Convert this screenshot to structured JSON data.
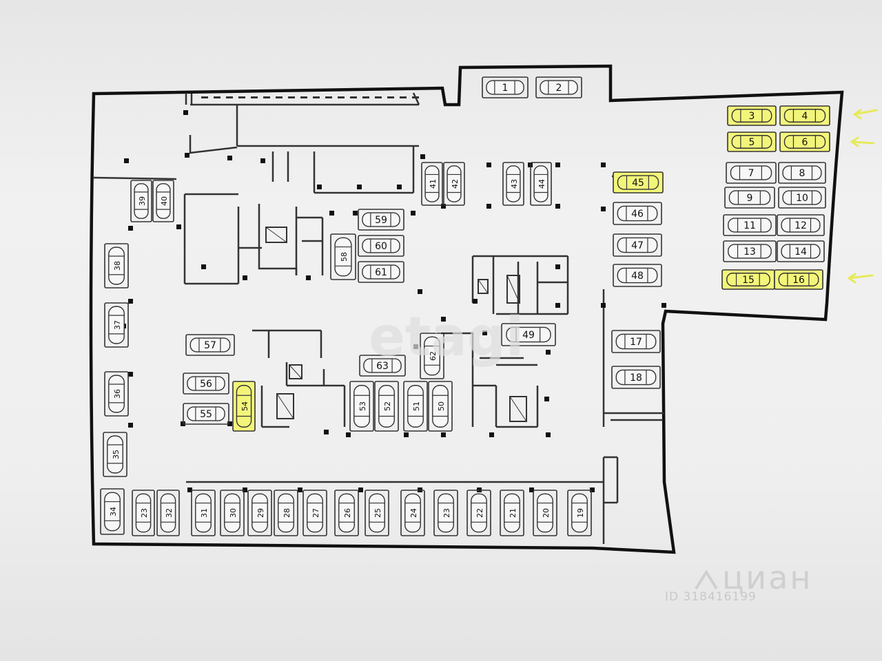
{
  "watermarks": {
    "etagi": "etagi",
    "brand": "циан",
    "listing_id": "ID 318416199"
  },
  "colors": {
    "highlight": "#f3f57a",
    "wall": "#111111",
    "line": "#333333",
    "car_fill": "#f7f7f7"
  },
  "icons": [
    "car-icon",
    "arrow-left-icon"
  ],
  "spots": [
    {
      "label": "1",
      "highlighted": false
    },
    {
      "label": "2",
      "highlighted": false
    },
    {
      "label": "3",
      "highlighted": true
    },
    {
      "label": "4",
      "highlighted": true
    },
    {
      "label": "5",
      "highlighted": true
    },
    {
      "label": "6",
      "highlighted": true
    },
    {
      "label": "7",
      "highlighted": false
    },
    {
      "label": "8",
      "highlighted": false
    },
    {
      "label": "9",
      "highlighted": false
    },
    {
      "label": "10",
      "highlighted": false
    },
    {
      "label": "11",
      "highlighted": false
    },
    {
      "label": "12",
      "highlighted": false
    },
    {
      "label": "13",
      "highlighted": false
    },
    {
      "label": "14",
      "highlighted": false
    },
    {
      "label": "15",
      "highlighted": true
    },
    {
      "label": "16",
      "highlighted": true
    },
    {
      "label": "17",
      "highlighted": false
    },
    {
      "label": "18",
      "highlighted": false
    },
    {
      "label": "19",
      "highlighted": false
    },
    {
      "label": "20",
      "highlighted": false
    },
    {
      "label": "21",
      "highlighted": false
    },
    {
      "label": "22",
      "highlighted": false
    },
    {
      "label": "23",
      "highlighted": false
    },
    {
      "label": "24",
      "highlighted": false
    },
    {
      "label": "25",
      "highlighted": false
    },
    {
      "label": "26",
      "highlighted": false
    },
    {
      "label": "27",
      "highlighted": false
    },
    {
      "label": "28",
      "highlighted": false
    },
    {
      "label": "29",
      "highlighted": false
    },
    {
      "label": "30",
      "highlighted": false
    },
    {
      "label": "31",
      "highlighted": false
    },
    {
      "label": "32",
      "highlighted": false
    },
    {
      "label": "23",
      "highlighted": false
    },
    {
      "label": "34",
      "highlighted": false
    },
    {
      "label": "35",
      "highlighted": false
    },
    {
      "label": "36",
      "highlighted": false
    },
    {
      "label": "37",
      "highlighted": false
    },
    {
      "label": "38",
      "highlighted": false
    },
    {
      "label": "39",
      "highlighted": false
    },
    {
      "label": "40",
      "highlighted": false
    },
    {
      "label": "41",
      "highlighted": false
    },
    {
      "label": "42",
      "highlighted": false
    },
    {
      "label": "43",
      "highlighted": false
    },
    {
      "label": "44",
      "highlighted": false
    },
    {
      "label": "45",
      "highlighted": true
    },
    {
      "label": "46",
      "highlighted": false
    },
    {
      "label": "47",
      "highlighted": false
    },
    {
      "label": "48",
      "highlighted": false
    },
    {
      "label": "49",
      "highlighted": false
    },
    {
      "label": "50",
      "highlighted": false
    },
    {
      "label": "51",
      "highlighted": false
    },
    {
      "label": "52",
      "highlighted": false
    },
    {
      "label": "53",
      "highlighted": false
    },
    {
      "label": "54",
      "highlighted": true
    },
    {
      "label": "55",
      "highlighted": false
    },
    {
      "label": "56",
      "highlighted": false
    },
    {
      "label": "57",
      "highlighted": false
    },
    {
      "label": "58",
      "highlighted": false
    },
    {
      "label": "59",
      "highlighted": false
    },
    {
      "label": "60",
      "highlighted": false
    },
    {
      "label": "61",
      "highlighted": false
    },
    {
      "label": "62",
      "highlighted": false
    },
    {
      "label": "63",
      "highlighted": false
    }
  ]
}
